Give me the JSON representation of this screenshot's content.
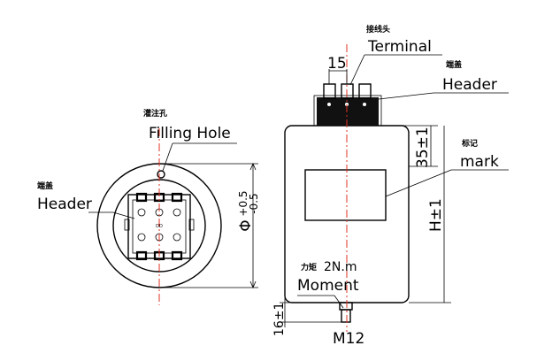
{
  "labels": {
    "terminal_cn": "接线头",
    "terminal_en": "Terminal",
    "header_right_cn": "端盖",
    "header_right_en": "Header",
    "filling_cn": "灌注孔",
    "filling_en": "Filling Hole",
    "header_left_cn": "端盖",
    "header_left_en": "Header",
    "mark_cn": "标记",
    "mark_en": "mark",
    "moment_cn": "力矩",
    "moment_value": "2N.m",
    "moment_en": "Moment",
    "thread": "M12"
  },
  "dimensions": {
    "terminal_pitch": "15",
    "header_height": "35±1",
    "body_height": "H±1",
    "diameter": "Φ+0.5 -0.5",
    "stud_length": "16±1"
  },
  "colors": {
    "centerline": "#e03020",
    "line": "#000000",
    "header_fill": "#111111"
  }
}
